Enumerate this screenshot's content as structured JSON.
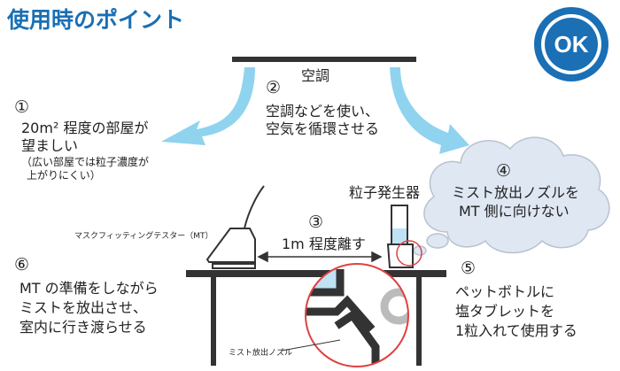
{
  "title": "使用時のポイント",
  "badge": "OK",
  "labels": {
    "aircon": "空調",
    "mask_tester": "マスクフィッティングテスター（MT）",
    "particle_generator": "粒子発生器",
    "distance": "1m 程度離す",
    "nozzle": "ミスト放出ノズル"
  },
  "points": [
    {
      "num": "①",
      "lines": [
        "20m² 程度の部屋が",
        "望ましい"
      ],
      "note_lines": [
        "（広い部屋では粒子濃度が",
        "上がりにくい）"
      ]
    },
    {
      "num": "②",
      "lines": [
        "空調などを使い、",
        "空気を循環させる"
      ]
    },
    {
      "num": "③"
    },
    {
      "num": "④",
      "lines": [
        "ミスト放出ノズルを",
        "MT 側に向けない"
      ]
    },
    {
      "num": "⑤",
      "lines": [
        "ペットボトルに",
        "塩タブレットを",
        "1粒入れて使用する"
      ]
    },
    {
      "num": "⑥",
      "lines": [
        "MT の準備をしながら",
        "ミストを放出させ、",
        "室内に行き渡らせる"
      ]
    }
  ],
  "colors": {
    "accent": "#1a6fb5",
    "arrow": "#8fd3ef",
    "cloud": "#dfe7f3",
    "water": "#bfe2f4",
    "line": "#333333"
  }
}
